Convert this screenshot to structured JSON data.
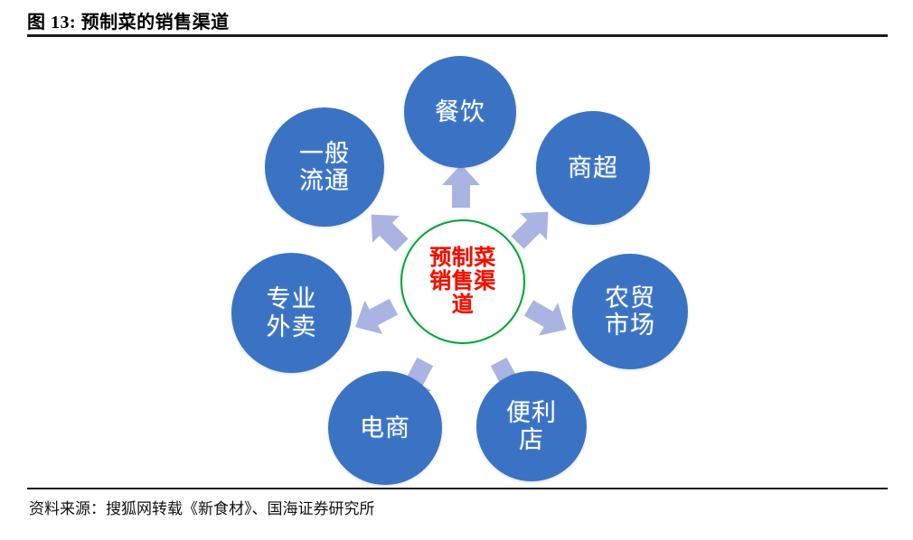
{
  "figure": {
    "title": "图 13: 预制菜的销售渠道",
    "source_note": "资料来源：搜狐网转载《新食材》、国海证券研究所"
  },
  "colors": {
    "node_blue": "#3b73c4",
    "arrow_periwinkle": "#aab4e2",
    "hub_ring_green": "#0aa03c",
    "hub_text_red": "#ef1100",
    "node_text_white": "#ffffff",
    "rule_black": "#1a1a1a",
    "background": "#ffffff"
  },
  "chart_data": {
    "type": "diagram",
    "layout": "radial hub-and-spoke",
    "title": "图 13: 预制菜的销售渠道",
    "hub": {
      "label": "预制菜\n销售渠\n道",
      "label_plain": "预制菜销售渠道",
      "shape": "circle",
      "fill": "#ffffff",
      "stroke": "#0aa03c",
      "text_color": "#ef1100"
    },
    "nodes": [
      {
        "id": "canyin",
        "label": "餐饮",
        "position": "top",
        "angle_deg": 90
      },
      {
        "id": "shangchao",
        "label": "商超",
        "position": "top-right",
        "angle_deg": 45
      },
      {
        "id": "nongmao",
        "label": "农贸\n市场",
        "position": "right",
        "angle_deg": 0
      },
      {
        "id": "bianli",
        "label": "便利\n店",
        "position": "bottom-right",
        "angle_deg": 315
      },
      {
        "id": "dianshang",
        "label": "电商",
        "position": "bottom-left",
        "angle_deg": 225
      },
      {
        "id": "zhuanye",
        "label": "专业\n外卖",
        "position": "left",
        "angle_deg": 180
      },
      {
        "id": "yiban",
        "label": "一般\n流通",
        "position": "top-left",
        "angle_deg": 135
      }
    ],
    "arrows": [
      {
        "from": "hub",
        "to": "canyin",
        "direction": "up"
      },
      {
        "from": "hub",
        "to": "shangchao",
        "direction": "up-right"
      },
      {
        "from": "hub",
        "to": "nongmao",
        "direction": "right"
      },
      {
        "from": "hub",
        "to": "bianli",
        "direction": "down-right"
      },
      {
        "from": "hub",
        "to": "dianshang",
        "direction": "down-left"
      },
      {
        "from": "hub",
        "to": "zhuanye",
        "direction": "left"
      },
      {
        "from": "hub",
        "to": "yiban",
        "direction": "up-left"
      }
    ],
    "legend": [],
    "annotations": [],
    "source": "资料来源：搜狐网转载《新食材》、国海证券研究所"
  }
}
